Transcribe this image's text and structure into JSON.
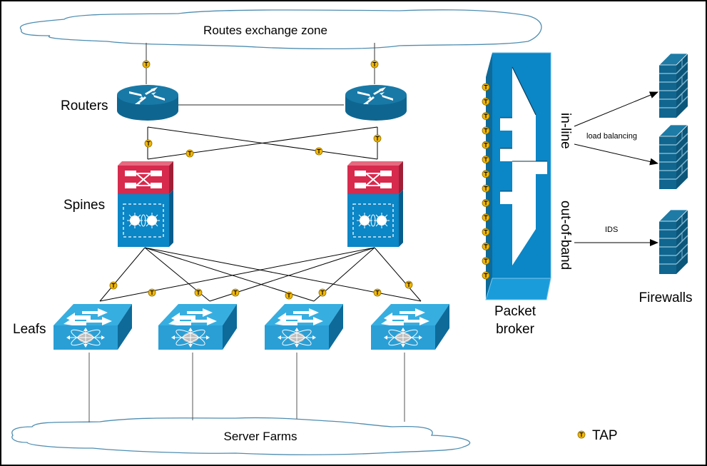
{
  "clouds": {
    "top": "Routes exchange zone",
    "bottom": "Server Farms"
  },
  "layers": {
    "routers": "Routers",
    "spines": "Spines",
    "leafs": "Leafs"
  },
  "packet_broker": {
    "line1": "Packet",
    "line2": "broker",
    "tap_count": 14
  },
  "modes": {
    "inline": "in-line",
    "out_of_band": "out-of-band"
  },
  "links": {
    "load_balancing": "load balancing",
    "ids": "IDS"
  },
  "firewalls": {
    "label": "Firewalls",
    "count": 3
  },
  "legend": {
    "tap_symbol": "T",
    "tap_label": "TAP"
  },
  "colors": {
    "router_blue": "#116E9B",
    "spine_red": "#D72A4D",
    "spine_blue": "#0B86C6",
    "leaf_blue": "#2AA3D8",
    "firewall_blue": "#10668F",
    "tap_yellow": "#F2B705",
    "cloud_stroke": "#4F8DB0"
  }
}
